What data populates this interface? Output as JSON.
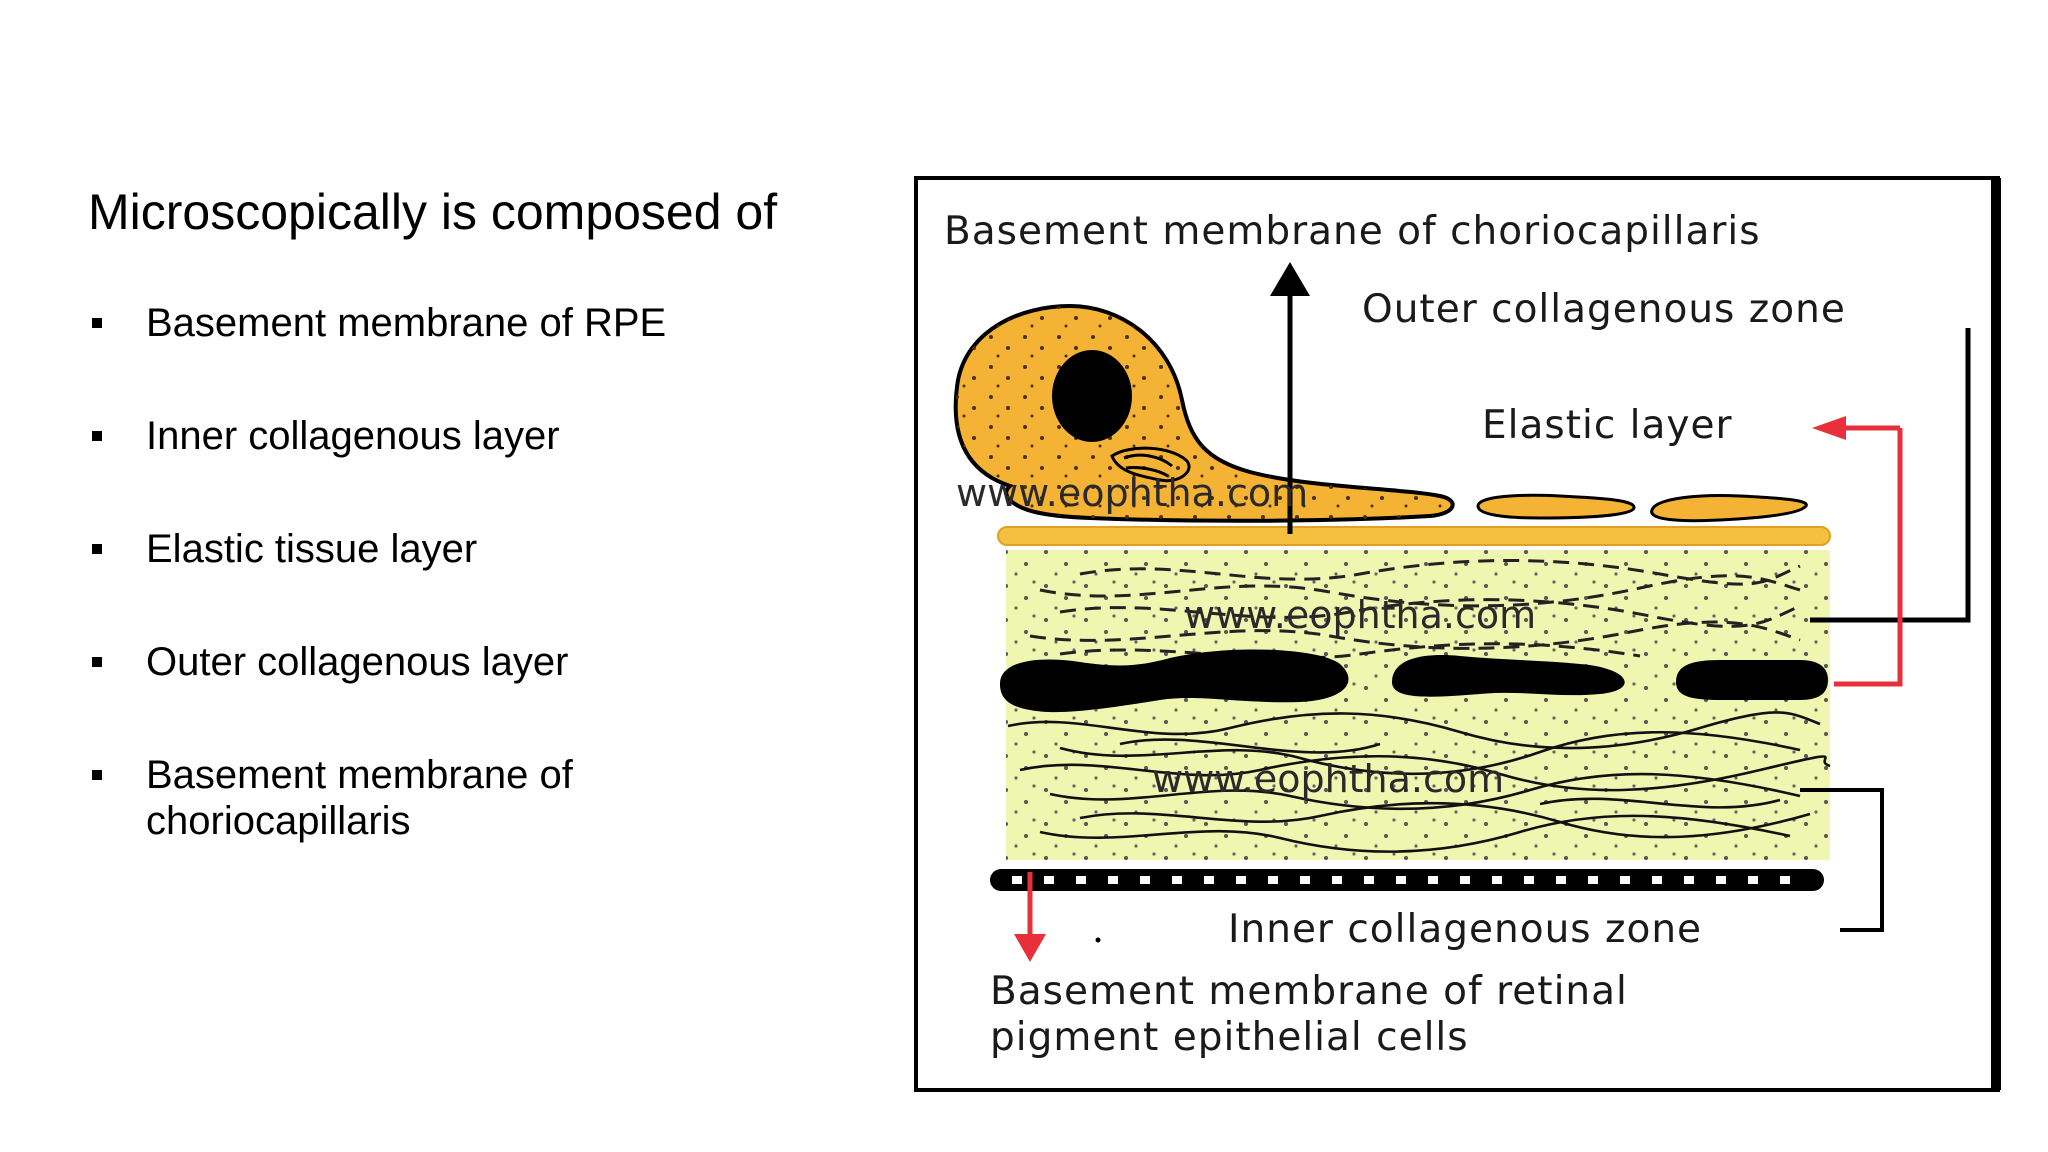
{
  "heading": "Microscopically is composed of",
  "bullets": [
    {
      "label": "Basement membrane of RPE"
    },
    {
      "label": "Inner collagenous layer"
    },
    {
      "label": "Elastic tissue layer"
    },
    {
      "label": "Outer collagenous layer"
    },
    {
      "label": "Basement membrane of choriocapillaris"
    }
  ],
  "figure": {
    "label_top": "Basement membrane of choriocapillaris",
    "label_outer": "Outer collagenous zone",
    "label_elastic": "Elastic layer",
    "label_inner": "Inner collagenous zone",
    "label_bottom_line1": "Basement membrane of retinal",
    "label_bottom_line2": "pigment epithelial cells",
    "watermark": "www.eophtha.com",
    "colors": {
      "cell": "#f5b335",
      "tissue": "#eef6b0",
      "arrow_red": "#e8303a",
      "outline": "#000000"
    }
  }
}
